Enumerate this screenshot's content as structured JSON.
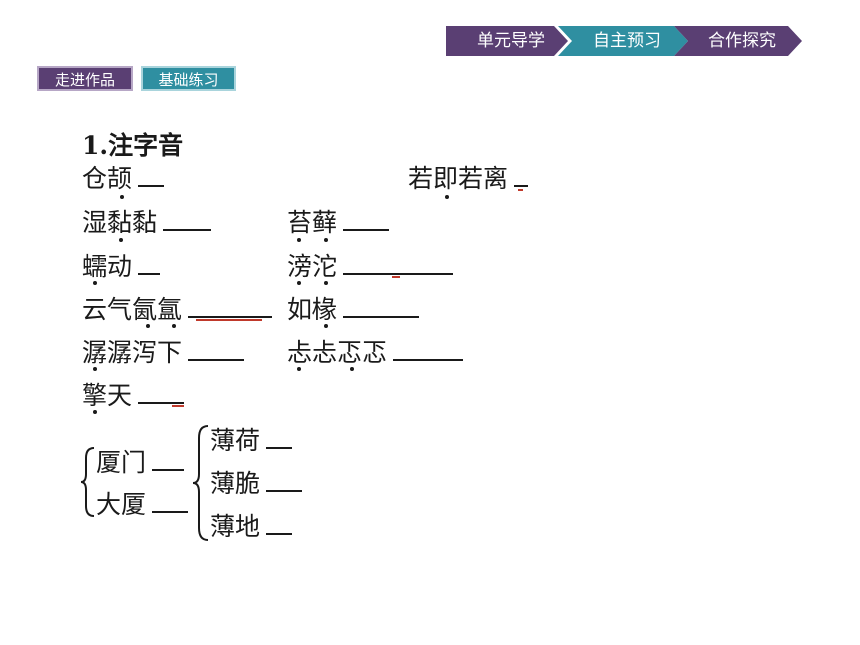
{
  "nav": {
    "items": [
      {
        "label": "单元导学"
      },
      {
        "label": "自主预习"
      },
      {
        "label": "合作探究"
      }
    ]
  },
  "tabs": [
    {
      "label": "走进作品"
    },
    {
      "label": "基础练习"
    }
  ],
  "content": {
    "heading": "1.注字音",
    "items": {
      "cangjie": "仓颉",
      "ruoji": "若即若离",
      "shinian": "湿黏黏",
      "taixian": "苔藓",
      "rudong": "蠕动",
      "pangtuo": "滂沱",
      "yunqi": "云气氤氲",
      "ruchuan": "如椽",
      "chanchan": "潺潺泻下",
      "tante": "忐忐忑忑",
      "qingtian": "擎天",
      "xiamen": "厦门",
      "dasha": "大厦",
      "bohe": "薄荷",
      "bocui": "薄脆",
      "bodi": "薄地"
    }
  },
  "colors": {
    "purple": "#5a3f73",
    "teal": "#2f8fa1",
    "red_mark": "#c0392b"
  }
}
